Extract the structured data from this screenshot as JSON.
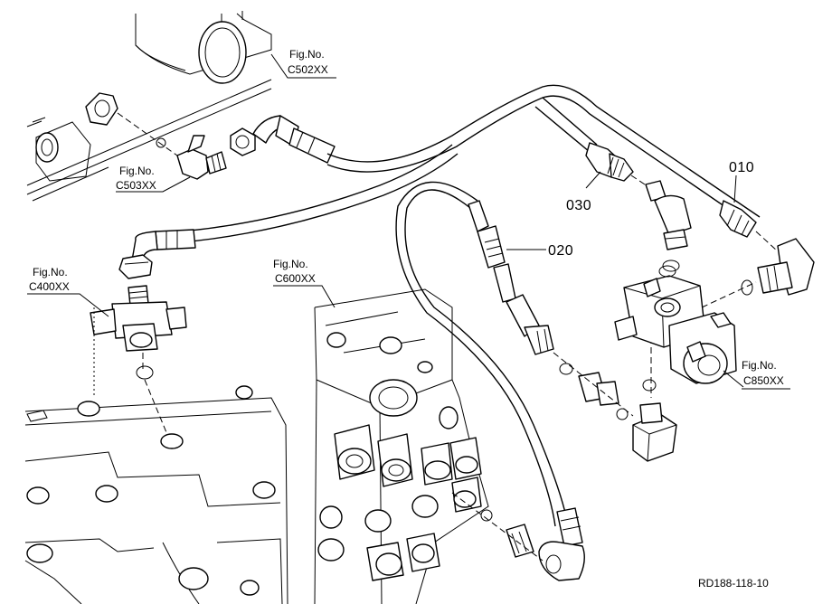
{
  "callouts": {
    "fig_c502": {
      "line1": "Fig.No.",
      "line2": "C502XX"
    },
    "fig_c503": {
      "line1": "Fig.No.",
      "line2": "C503XX"
    },
    "fig_c400": {
      "line1": "Fig.No.",
      "line2": "C400XX"
    },
    "fig_c600": {
      "line1": "Fig.No.",
      "line2": "C600XX"
    },
    "fig_c850": {
      "line1": "Fig.No.",
      "line2": "C850XX"
    }
  },
  "part_numbers": {
    "p010": "010",
    "p020": "020",
    "p030": "030"
  },
  "drawing_ref": "RD188-118-10"
}
